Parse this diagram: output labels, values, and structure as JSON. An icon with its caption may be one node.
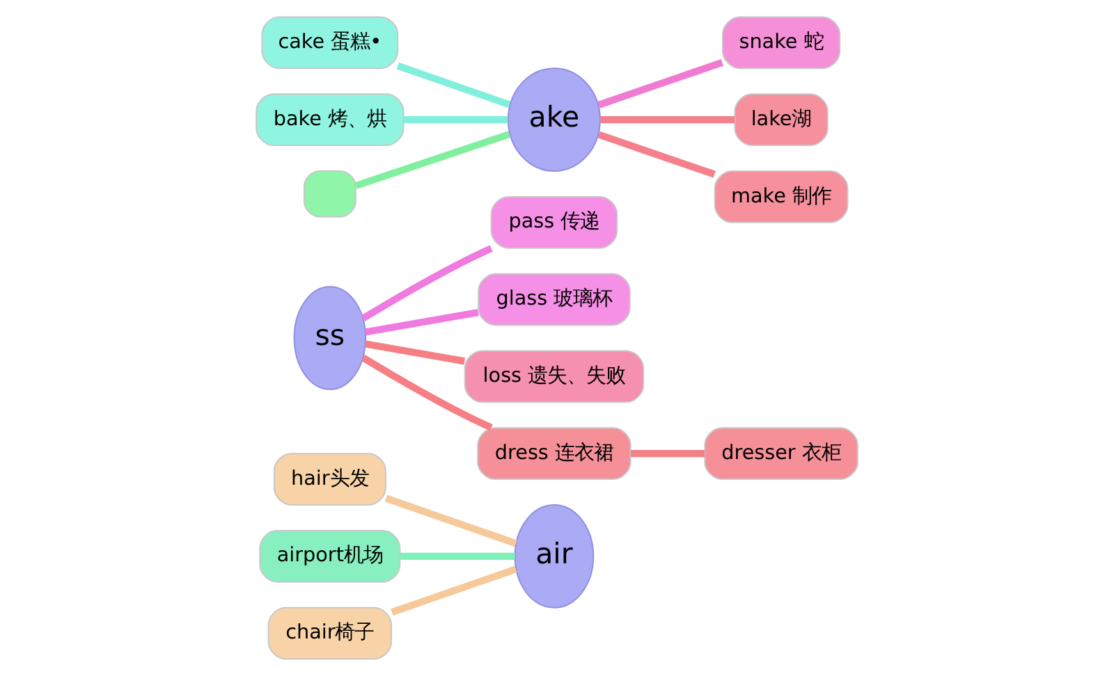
{
  "diagram": {
    "nodes": [
      {
        "text": [
          "hair头发"
        ]
      },
      {
        "text": [
          "airport机场"
        ]
      },
      {
        "text": [
          "chair椅子"
        ]
      },
      {
        "text": [
          "air"
        ]
      },
      {
        "text": [
          "ss"
        ]
      },
      {
        "text": [
          "pass 传递"
        ]
      },
      {
        "text": [
          "glass 玻璃杯"
        ]
      },
      {
        "text": [
          "loss 遗失、失败"
        ]
      },
      {
        "text": [
          "dress 连衣裙"
        ]
      },
      {
        "text": [
          "dresser 衣柜"
        ]
      },
      {
        "text": [
          "cake 蛋糕•"
        ]
      },
      {
        "text": [
          "bake 烤、烘"
        ]
      },
      {
        "text": [],
        "shape": "box"
      },
      {
        "text": [
          "ake"
        ]
      },
      {
        "text": [
          "snake 蛇"
        ]
      },
      {
        "text": [
          "lake湖"
        ]
      },
      {
        "text": [
          "make 制作"
        ]
      }
    ],
    "edges": [
      {
        "from": 0,
        "to": 3,
        "arrow": "none",
        "color": "#f5c99a"
      },
      {
        "from": 1,
        "to": 3,
        "arrow": "none",
        "color": "#7ff0b8"
      },
      {
        "from": 2,
        "to": 3,
        "arrow": "none",
        "color": "#f5c99a"
      },
      {
        "from": 4,
        "to": 5,
        "arrow": "none",
        "color": "#f07be0"
      },
      {
        "from": 4,
        "to": 6,
        "arrow": "none",
        "color": "#f07be0"
      },
      {
        "from": 4,
        "to": 7,
        "arrow": "none",
        "color": "#f57f85"
      },
      {
        "from": 4,
        "to": 8,
        "arrow": "none",
        "color": "#f57f85"
      },
      {
        "from": 8,
        "to": 9,
        "arrow": "none",
        "color": "#f57f85"
      },
      {
        "from": 10,
        "to": 13,
        "arrow": "none",
        "color": "#80f0dc"
      },
      {
        "from": 11,
        "to": 13,
        "arrow": "none",
        "color": "#80f0dc"
      },
      {
        "from": 12,
        "to": 13,
        "arrow": "none",
        "color": "#80f0a0"
      },
      {
        "from": 13,
        "to": 14,
        "arrow": "none",
        "color": "#f07bd0"
      },
      {
        "from": 13,
        "to": 15,
        "arrow": "none",
        "color": "#f57f8a"
      },
      {
        "from": 13,
        "to": 16,
        "arrow": "none",
        "color": "#f57f8a"
      }
    ]
  }
}
